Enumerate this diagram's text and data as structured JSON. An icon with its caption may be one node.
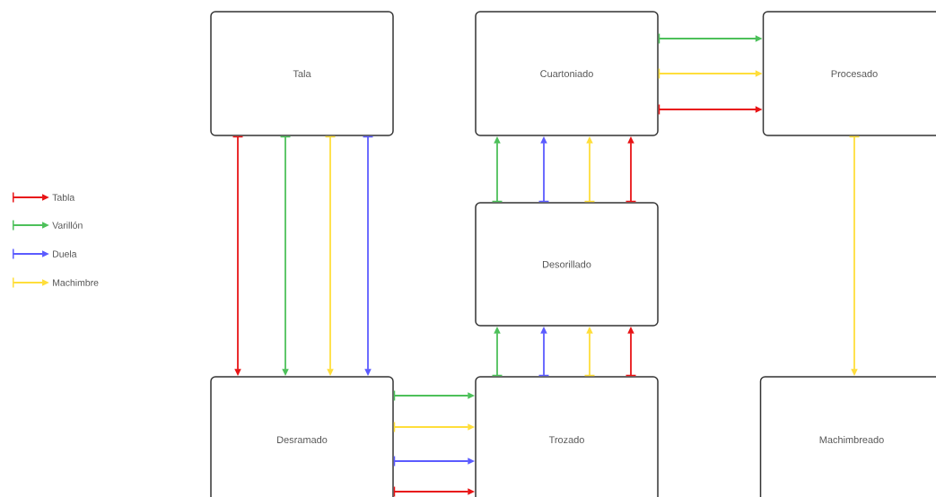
{
  "diagram": {
    "nodes": [
      {
        "text": [
          "Tala"
        ]
      },
      {
        "text": [
          "Cuartoniado"
        ]
      },
      {
        "text": [
          "Procesado"
        ]
      },
      {
        "text": [
          "Desorillado"
        ]
      },
      {
        "text": [
          "Desramado"
        ]
      },
      {
        "text": [
          "Trozado"
        ]
      },
      {
        "text": [
          "Machimbreado"
        ]
      }
    ],
    "edges": [
      {
        "from": 0,
        "to": 4,
        "arrow": "to",
        "color": "#e81416"
      },
      {
        "from": 0,
        "to": 4,
        "arrow": "to",
        "color": "#4dc05a"
      },
      {
        "from": 0,
        "to": 4,
        "arrow": "to",
        "color": "#ffde3b"
      },
      {
        "from": 0,
        "to": 4,
        "arrow": "to",
        "color": "#5b5bff"
      },
      {
        "from": 4,
        "to": 5,
        "arrow": "to",
        "color": "#4dc05a"
      },
      {
        "from": 4,
        "to": 5,
        "arrow": "to",
        "color": "#ffde3b"
      },
      {
        "from": 4,
        "to": 5,
        "arrow": "to",
        "color": "#5b5bff"
      },
      {
        "from": 4,
        "to": 5,
        "arrow": "to",
        "color": "#e81416"
      },
      {
        "from": 5,
        "to": 3,
        "arrow": "to",
        "color": "#4dc05a"
      },
      {
        "from": 5,
        "to": 3,
        "arrow": "to",
        "color": "#5b5bff"
      },
      {
        "from": 5,
        "to": 3,
        "arrow": "to",
        "color": "#ffde3b"
      },
      {
        "from": 5,
        "to": 3,
        "arrow": "to",
        "color": "#e81416"
      },
      {
        "from": 3,
        "to": 1,
        "arrow": "to",
        "color": "#4dc05a"
      },
      {
        "from": 3,
        "to": 1,
        "arrow": "to",
        "color": "#5b5bff"
      },
      {
        "from": 3,
        "to": 1,
        "arrow": "to",
        "color": "#ffde3b"
      },
      {
        "from": 3,
        "to": 1,
        "arrow": "to",
        "color": "#e81416"
      },
      {
        "from": 1,
        "to": 2,
        "arrow": "to",
        "color": "#4dc05a"
      },
      {
        "from": 1,
        "to": 2,
        "arrow": "to",
        "color": "#ffde3b"
      },
      {
        "from": 1,
        "to": 2,
        "arrow": "to",
        "color": "#e81416"
      },
      {
        "from": 2,
        "to": 6,
        "arrow": "to",
        "color": "#ffde3b"
      }
    ],
    "legend": [
      {
        "text": "Tabla"
      },
      {
        "text": "Varillón"
      },
      {
        "text": "Duela"
      },
      {
        "text": "Machimbre"
      }
    ]
  }
}
